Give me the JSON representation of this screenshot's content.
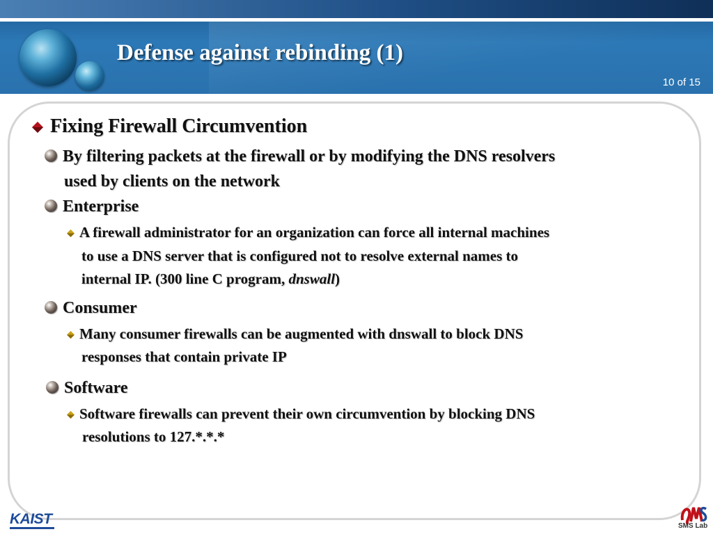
{
  "header": {
    "title": "Defense against rebinding (1)",
    "page": "10 of 15"
  },
  "content": {
    "heading": "Fixing Firewall Circumvention",
    "intro_line1": "By filtering packets at the firewall or by modifying the DNS resolvers",
    "intro_line2": "used by clients on the network",
    "enterprise": {
      "label": "Enterprise",
      "line1": "A firewall administrator for an organization can force all internal machines",
      "line2": "to use a DNS server that is configured not to resolve external names to",
      "line3_prefix": "internal  IP.  (300 line C program, ",
      "line3_italic": "dnswall",
      "line3_suffix": ")"
    },
    "consumer": {
      "label": "Consumer",
      "line1": "Many consumer firewalls can be augmented with dnswall to block DNS",
      "line2": "responses that contain private IP"
    },
    "software": {
      "label": "Software",
      "line1": "Software firewalls can prevent their own circumvention by blocking DNS",
      "line2": "resolutions to 127.*.*.*"
    }
  },
  "footer": {
    "left_logo": "KAIST",
    "right_logo": "SMS Lab"
  },
  "colors": {
    "header_blue": "#2c78b6",
    "title_text": "#ffffff",
    "bullet_red": "#b3121b",
    "frame_gray": "#d4d4d4"
  },
  "icons": {
    "level1_bullet": "red-diamond-icon",
    "level2_bullet": "brown-ball-icon",
    "level3_bullet": "small-red-diamond-icon",
    "header_graphic": "globe-icon"
  }
}
